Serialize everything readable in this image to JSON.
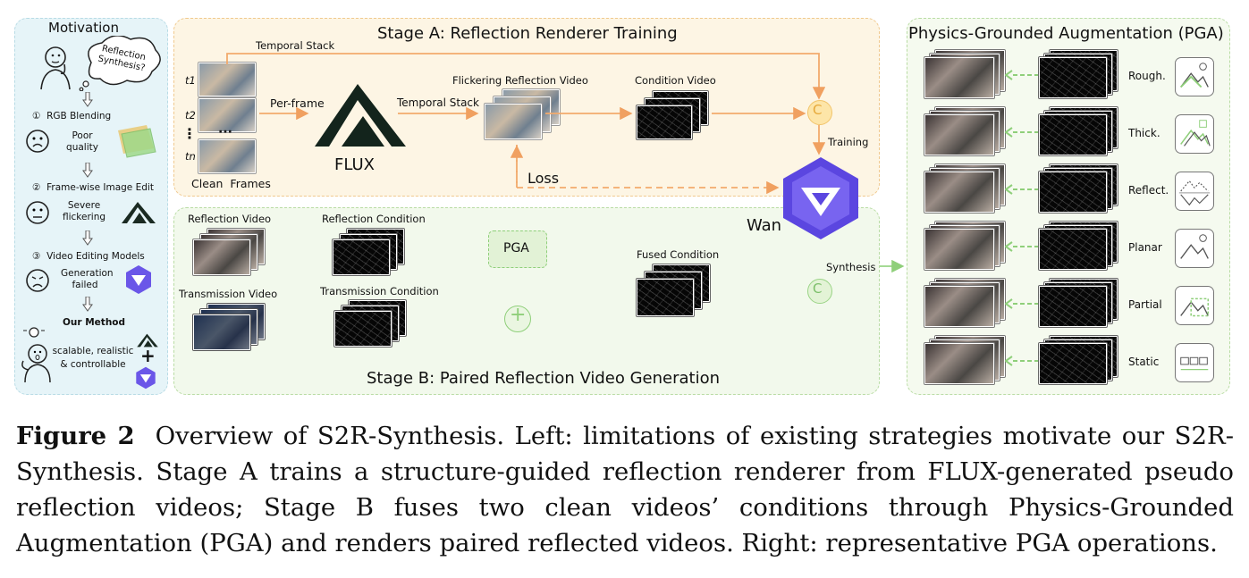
{
  "motivation": {
    "title": "Motivation",
    "bubble": "Reflection Synthesis?",
    "step1": {
      "num": "①",
      "label": "RGB Blending",
      "note": "Poor quality"
    },
    "step2": {
      "num": "②",
      "label": "Frame-wise Image Edit",
      "note": "Severe flickering"
    },
    "step3": {
      "num": "③",
      "label": "Video Editing Models",
      "note": "Generation failed"
    },
    "method": "Our Method",
    "method_note": "scalable, realistic & controllable"
  },
  "stage_a": {
    "title": "Stage A: Reflection Renderer Training",
    "temporal_stack_top": "Temporal Stack",
    "t_labels": [
      "t1",
      "t2",
      "tn"
    ],
    "ellipsis": "⋮",
    "dots": "···",
    "clean_frames": "Clean  Frames",
    "per_frame": "Per-frame",
    "flux": "FLUX",
    "temporal_stack": "Temporal Stack",
    "flickering": "Flickering Reflection Video",
    "condition_video": "Condition Video",
    "concat": "C",
    "training": "Training",
    "loss": "Loss"
  },
  "wan": "Wan",
  "stage_b": {
    "title": "Stage B: Paired Reflection Video Generation",
    "reflection_video": "Reflection Video",
    "reflection_condition": "Reflection Condition",
    "pga": "PGA",
    "fused_condition": "Fused Condition",
    "transmission_video": "Transmission Video",
    "transmission_condition": "Transmission Condition",
    "concat": "C",
    "synthesis": "Synthesis"
  },
  "pga_panel": {
    "title": "Physics-Grounded Augmentation (PGA)",
    "ops": [
      "Rough.",
      "Thick.",
      "Reflect.",
      "Planar",
      "Partial",
      "Static"
    ]
  },
  "caption": {
    "label": "Figure 2",
    "text": "Overview of S2R-Synthesis. Left: limitations of existing strategies motivate our S2R-Synthesis. Stage A trains a structure-guided reflection renderer from FLUX-generated pseudo reflection videos; Stage B fuses two clean videos’ conditions through Physics-Grounded Augmentation (PGA) and renders paired reflected videos. Right: representative PGA operations."
  },
  "colors": {
    "orange": "#f0a060",
    "green": "#8fcf7a",
    "motivation_bg": "#e3f3f7",
    "stage_a_bg": "#fdf6e6",
    "stage_b_bg": "#f3f9ee",
    "pga_bg": "#f6faf1",
    "wan_purple": "#5b46e0"
  }
}
